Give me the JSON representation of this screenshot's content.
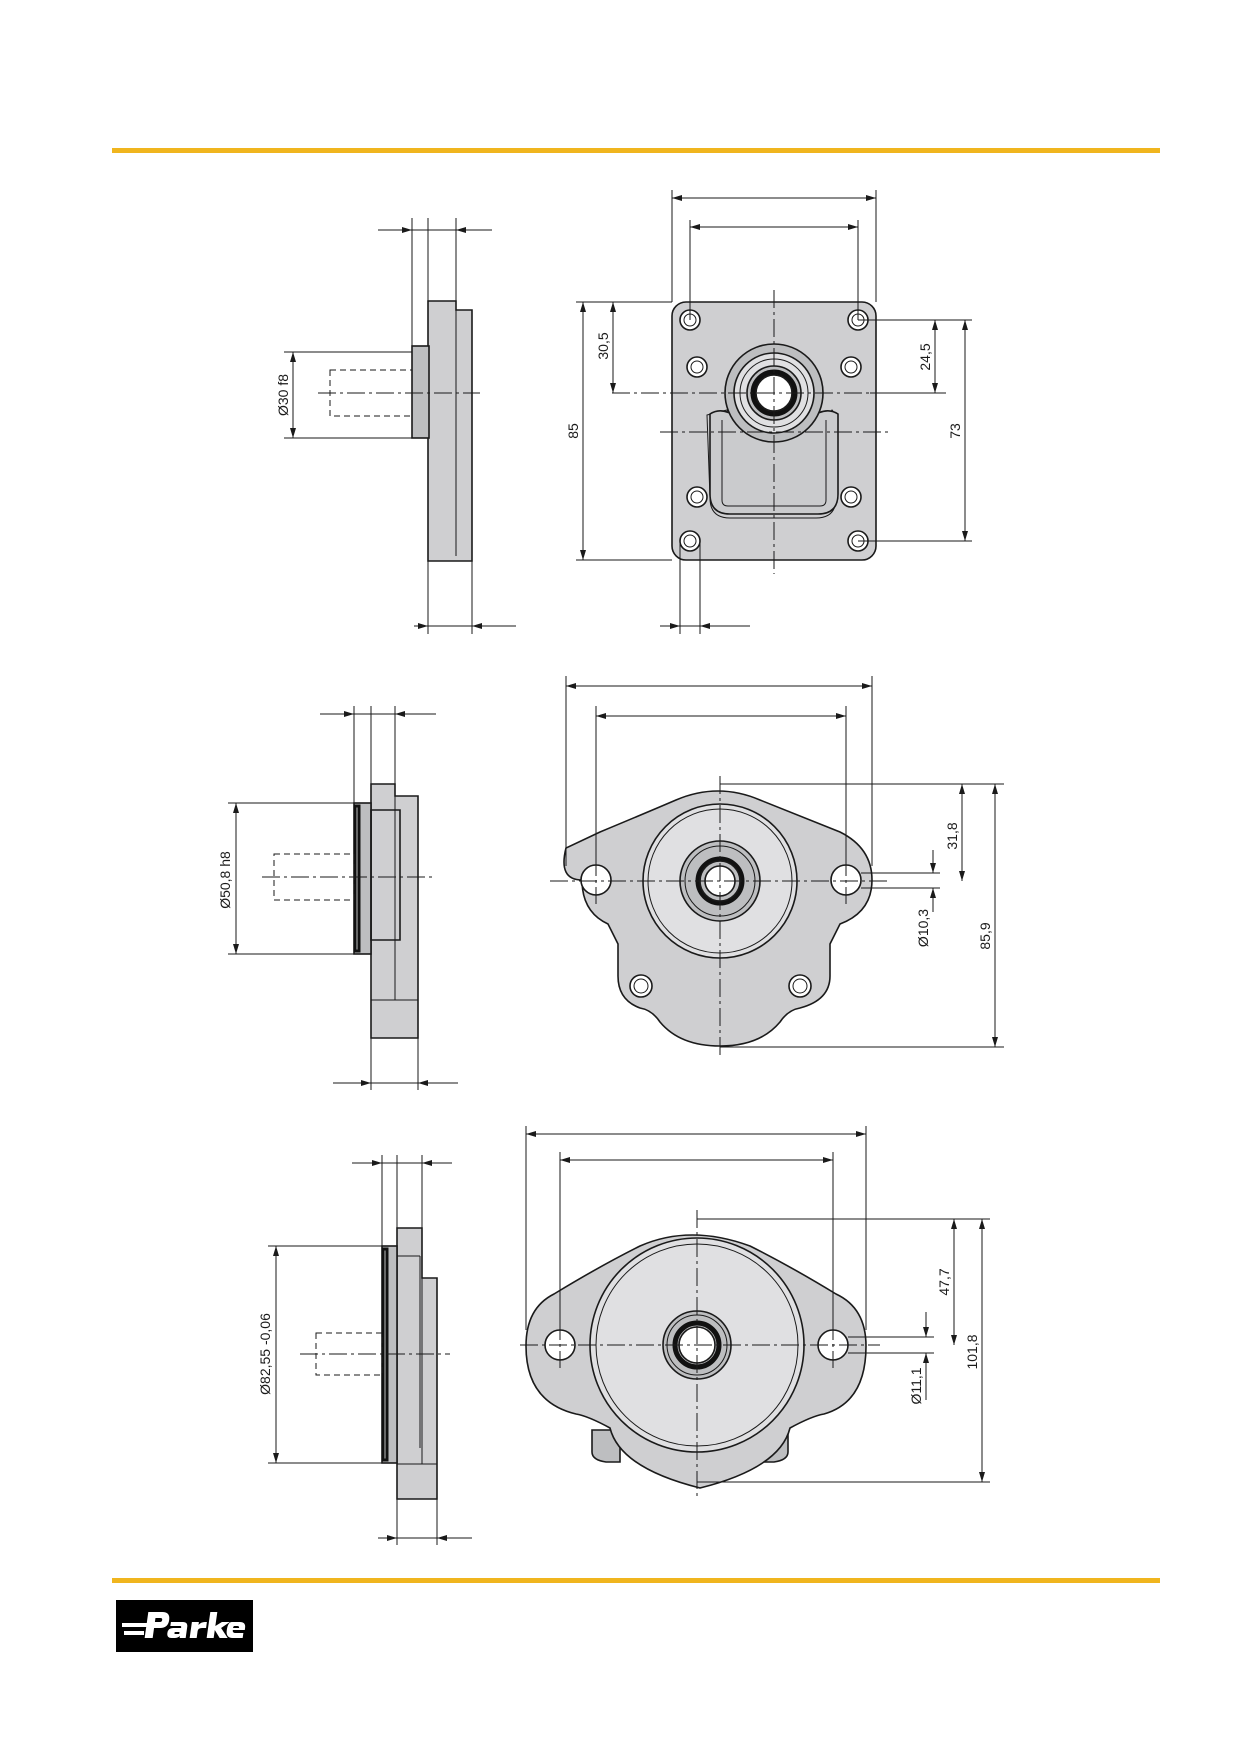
{
  "accent_color": "#f0b51e",
  "logo": {
    "text": "Parker",
    "kind": "brand-logo"
  },
  "views": [
    {
      "id": "rectangular-flange",
      "dimensions": {
        "shaft_diameter": "Ø30 f8",
        "height_overall": "85",
        "center_offset": "30,5",
        "hole_offset": "24,5",
        "hole_spacing": "73"
      }
    },
    {
      "id": "two-bolt-flange-small",
      "dimensions": {
        "pilot_diameter": "Ø50,8 h8",
        "center_offset": "31,8",
        "hole_diameter": "Ø10,3",
        "height_overall": "85,9"
      }
    },
    {
      "id": "two-bolt-flange-large",
      "dimensions": {
        "pilot_diameter": "Ø82,55 -0,06",
        "center_offset": "47,7",
        "hole_diameter": "Ø11,1",
        "height_overall": "101,8"
      }
    }
  ]
}
